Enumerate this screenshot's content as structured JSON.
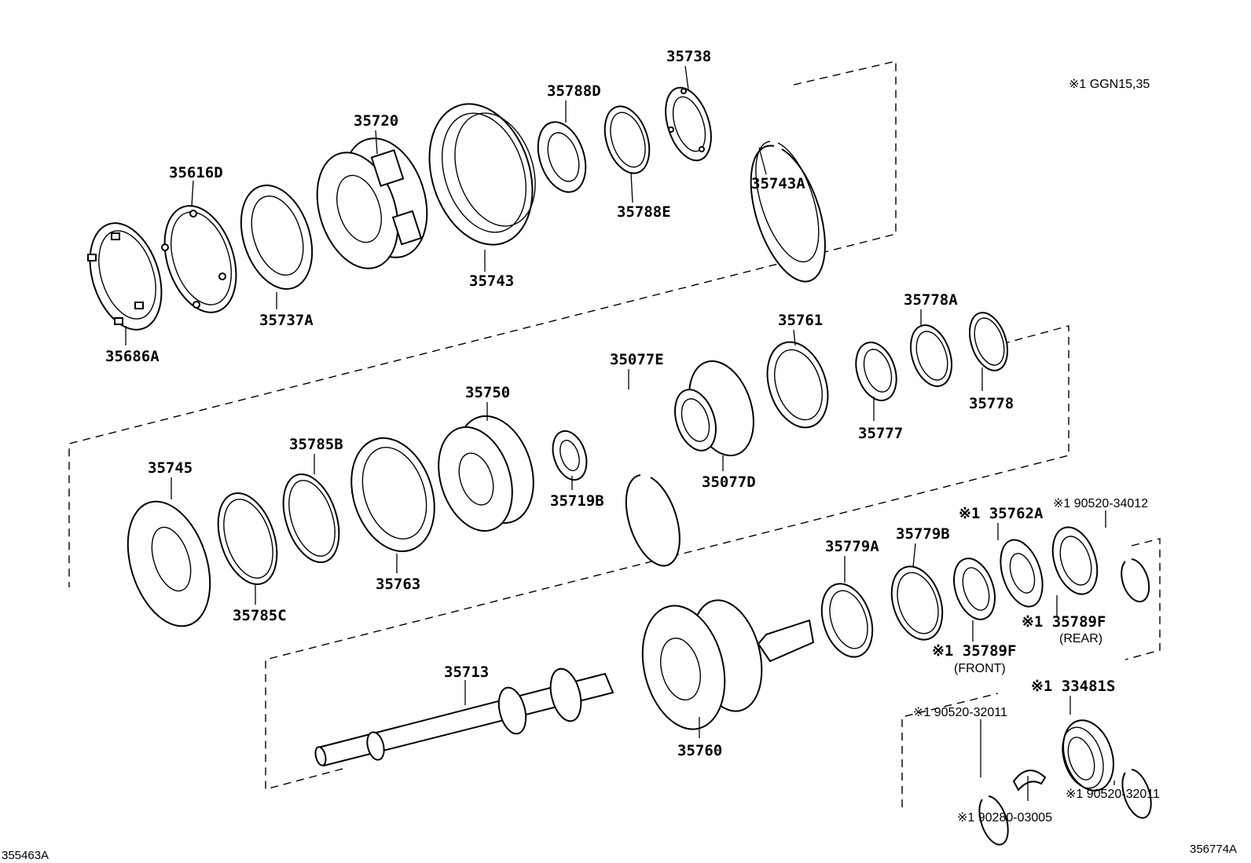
{
  "note": "※1 GGN15,35",
  "corner_left": "355463A",
  "corner_right": "356774A",
  "parts": {
    "p35738": "35738",
    "p35788D": "35788D",
    "p35720": "35720",
    "p35616D": "35616D",
    "p35743A": "35743A",
    "p35788E": "35788E",
    "p35743": "35743",
    "p35737A": "35737A",
    "p35686A": "35686A",
    "p35778A": "35778A",
    "p35761": "35761",
    "p35077E": "35077E",
    "p35750": "35750",
    "p35778": "35778",
    "p35777": "35777",
    "p35785B": "35785B",
    "p35745": "35745",
    "p35719B": "35719B",
    "p35077D": "35077D",
    "p35762A": "※1 35762A",
    "p90520_34012": "※1 90520-34012",
    "p35779A": "35779A",
    "p35779B": "35779B",
    "p35763": "35763",
    "p35785C": "35785C",
    "p35789F_rear": "※1 35789F",
    "rear": "(REAR)",
    "p35789F_front": "※1 35789F",
    "front": "(FRONT)",
    "p35713": "35713",
    "p33481S": "※1 33481S",
    "p90520_32011_a": "※1 90520-32011",
    "p35760": "35760",
    "p90520_32011_b": "※1 90520-32011",
    "p90280_03005": "※1 90280-03005"
  }
}
